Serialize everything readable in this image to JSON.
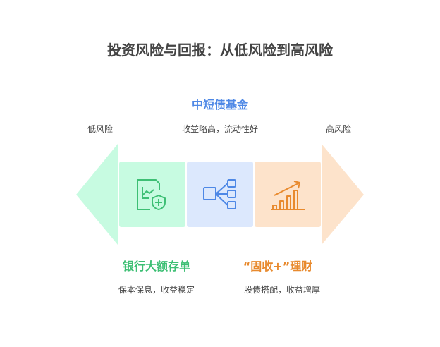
{
  "title": "投资风险与回报：从低风险到高风险",
  "axis": {
    "low": "低风险",
    "high": "高风险"
  },
  "items": [
    {
      "title": "银行大额存单",
      "desc": "保本保息，收益稳定",
      "icon": "document-chart-shield-icon",
      "color": "#3dbf74",
      "bg": "#c7fbe1"
    },
    {
      "title": "中短债基金",
      "desc": "收益略高，流动性好",
      "icon": "hierarchy-icon",
      "color": "#4e88e6",
      "bg": "#dce8fd"
    },
    {
      "title": "“固收+”理财",
      "desc": "股债搭配，收益增厚",
      "icon": "growth-chart-icon",
      "color": "#e88a2e",
      "bg": "#fde3cb"
    }
  ]
}
